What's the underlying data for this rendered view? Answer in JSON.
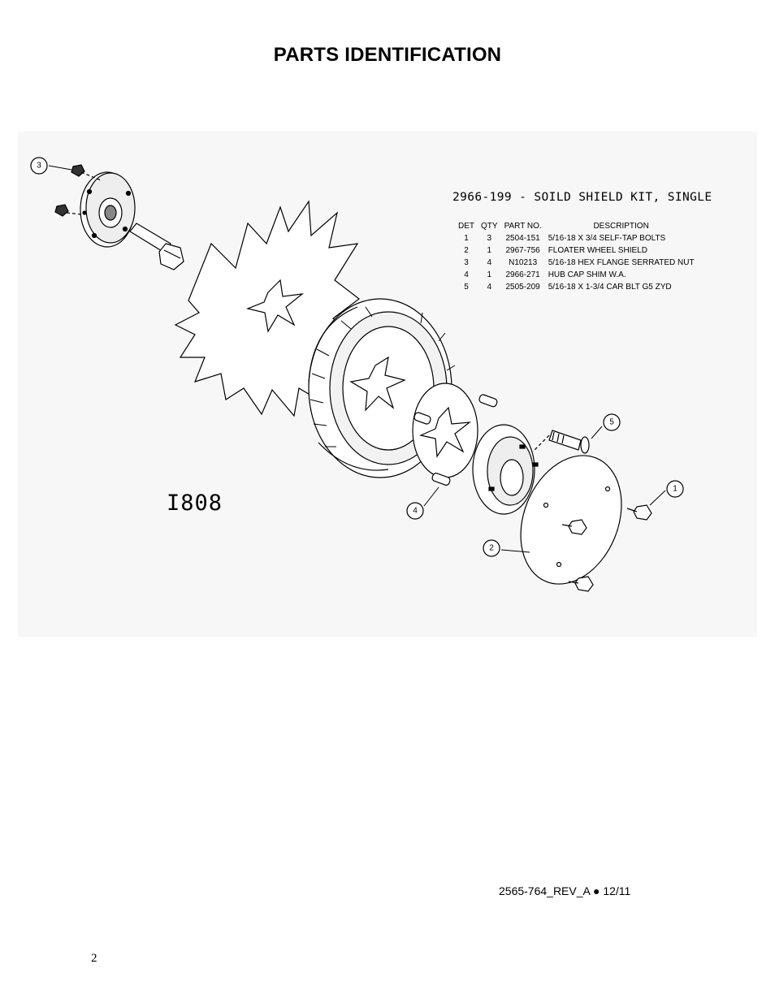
{
  "page": {
    "title": "PARTS IDENTIFICATION",
    "doc_ref": "2565-764_REV_A ● 12/11",
    "page_number": "2"
  },
  "figure": {
    "kit_title": "2966-199 - SOILD SHIELD KIT, SINGLE",
    "drawing_id": "I808",
    "callouts": [
      "3",
      "5",
      "1",
      "4",
      "2"
    ],
    "parts_table": {
      "headers": [
        "DET",
        "QTY",
        "PART NO.",
        "DESCRIPTION"
      ],
      "rows": [
        {
          "det": "1",
          "qty": "3",
          "part_no": "2504-151",
          "description": "5/16-18 X 3/4 SELF-TAP BOLTS"
        },
        {
          "det": "2",
          "qty": "1",
          "part_no": "2967-756",
          "description": "FLOATER WHEEL SHIELD"
        },
        {
          "det": "3",
          "qty": "4",
          "part_no": "N10213",
          "description": "5/16-18 HEX FLANGE SERRATED NUT"
        },
        {
          "det": "4",
          "qty": "1",
          "part_no": "2966-271",
          "description": "HUB CAP SHIM W.A."
        },
        {
          "det": "5",
          "qty": "4",
          "part_no": "2505-209",
          "description": "5/16-18 X 1-3/4 CAR BLT G5 ZYD"
        }
      ]
    }
  }
}
